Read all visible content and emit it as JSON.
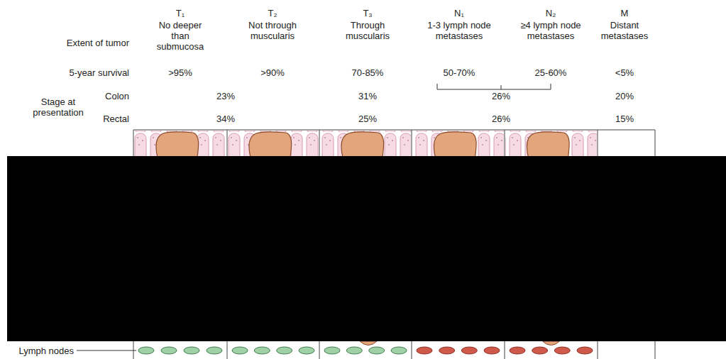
{
  "diagram": {
    "labels": [
      "Extent of tumor",
      "T₁",
      "No deeper than submucosa",
      "T₂",
      "Not through muscularis",
      "T₃",
      "Through muscularis",
      "N₁",
      "1-3 lymph node metastases",
      "N₂",
      "≥4 lymph node metastases",
      "M",
      "Distant metastases",
      "5-year survival",
      ">95%",
      ">90%",
      "70-85%",
      "50-70%",
      "25-60%",
      "<5%",
      "Stage at presentation",
      "Colon",
      "23%",
      "31%",
      "26%",
      "20%",
      "Rectal",
      "34%",
      "25%",
      "26%",
      "15%",
      "Lymph nodes"
    ]
  }
}
